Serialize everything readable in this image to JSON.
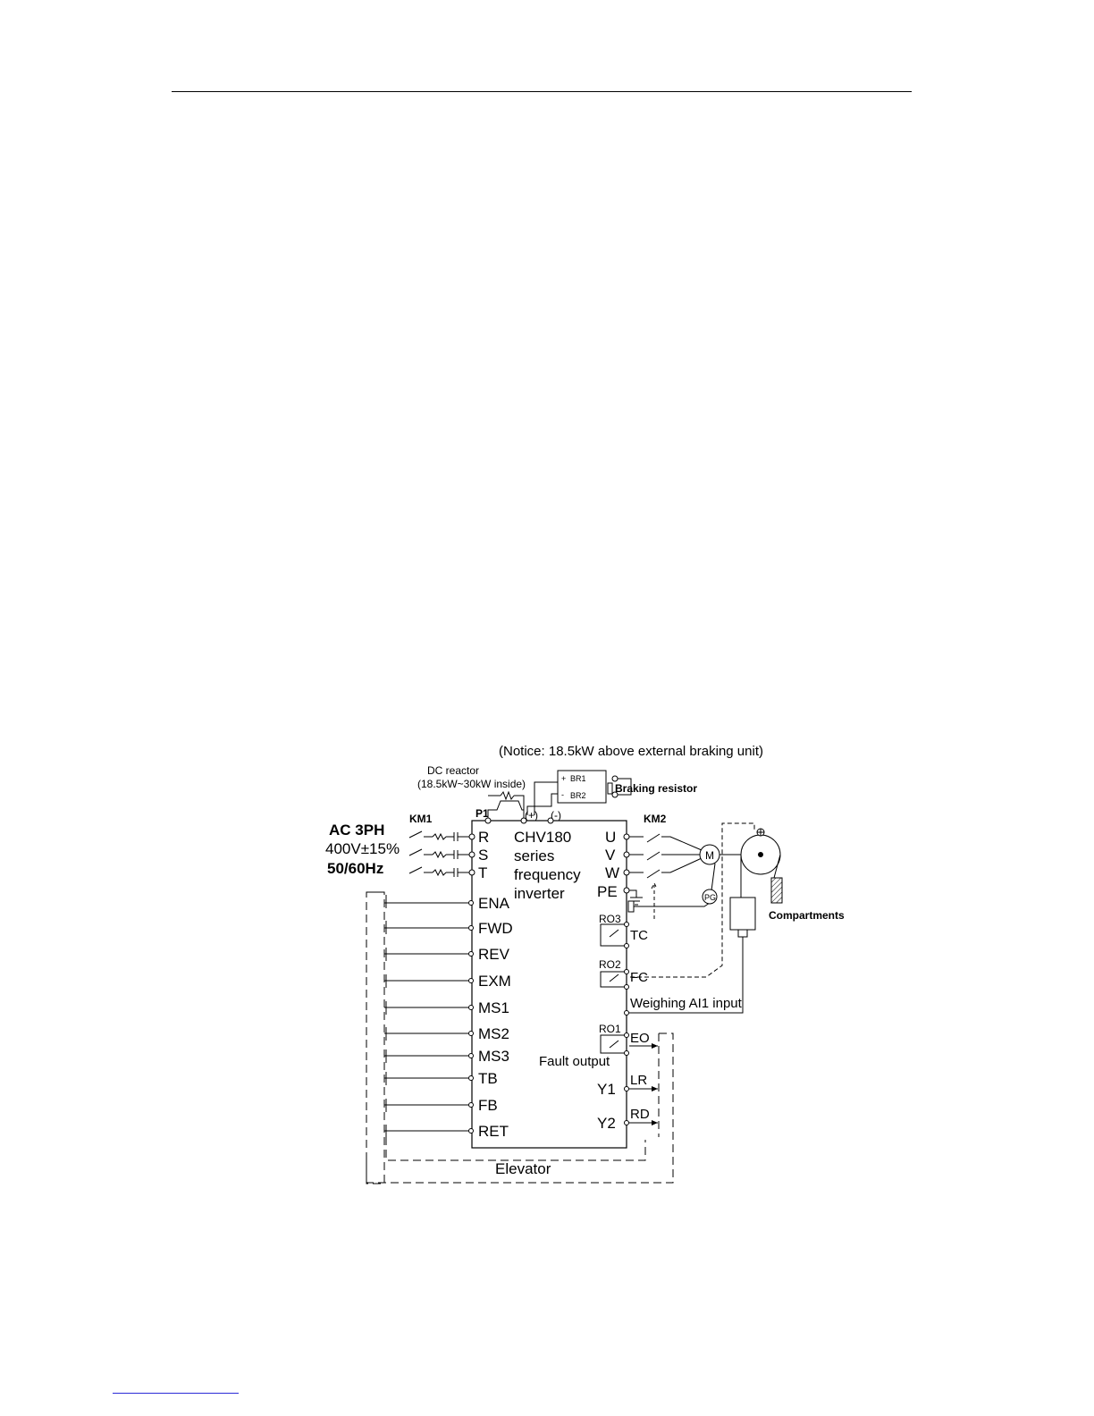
{
  "diagram": {
    "notice": "(Notice: 18.5kW above external braking unit)",
    "dc_reactor": {
      "line1": "DC reactor",
      "line2": "(18.5kW~30kW inside)"
    },
    "braking_resistor": "Braking resistor",
    "br1": "BR1",
    "br2": "BR2",
    "br_plus": "+",
    "br_minus": "-",
    "p1": "P1",
    "dc_plus": "(+)",
    "dc_minus": "(-)",
    "km1": "KM1",
    "km2": "KM2",
    "supply": {
      "line1": "AC 3PH",
      "line2": "400V±15%",
      "line3": "50/60Hz"
    },
    "input_terminals": [
      "R",
      "S",
      "T"
    ],
    "inverter": {
      "line1": "CHV180",
      "line2": "series",
      "line3": "frequency",
      "line4": "inverter"
    },
    "output_terminals": [
      "U",
      "V",
      "W",
      "PE"
    ],
    "motor": "M",
    "encoder": "PG",
    "compartments": "Compartments",
    "digital_inputs": [
      "ENA",
      "FWD",
      "REV",
      "EXM",
      "MS1",
      "MS2",
      "MS3",
      "TB",
      "FB",
      "RET"
    ],
    "ro3": "RO3",
    "tc": "TC",
    "ro2": "RO2",
    "fc": "FC",
    "weighing": "Weighing AI1 input",
    "ro1": "RO1",
    "eo": "EO",
    "fault_output": "Fault output",
    "y1": "Y1",
    "lr": "LR",
    "y2": "Y2",
    "rd": "RD",
    "elevator": "Elevator"
  }
}
